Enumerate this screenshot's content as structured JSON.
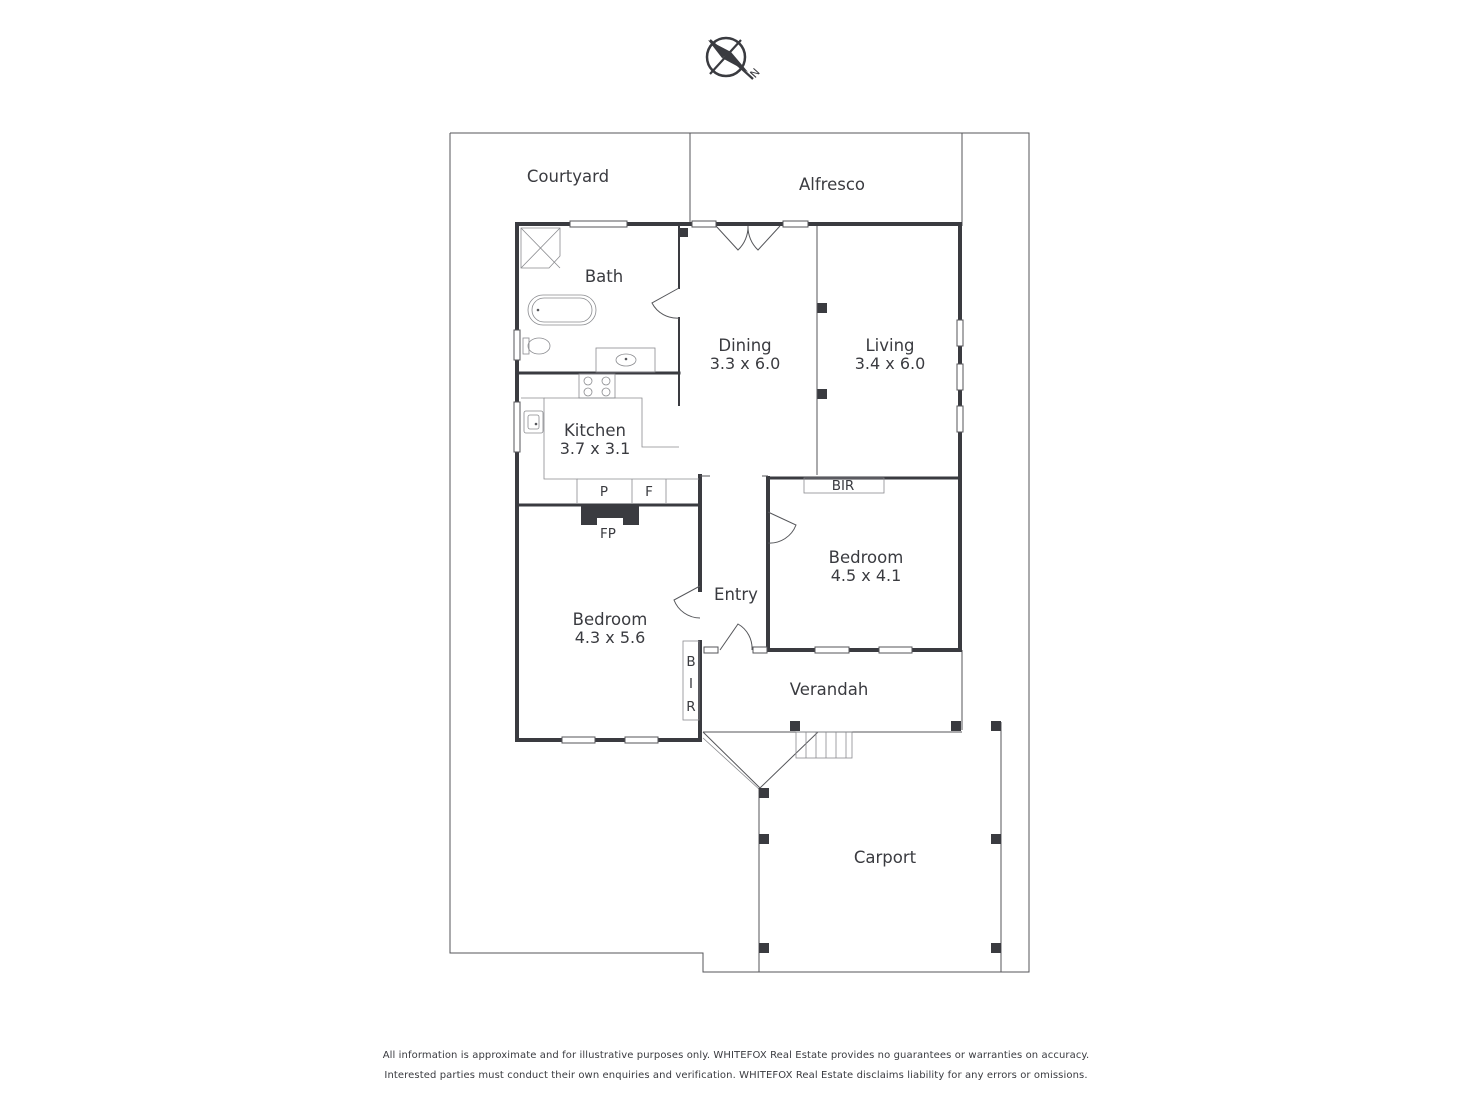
{
  "rooms": {
    "courtyard": {
      "name": "Courtyard"
    },
    "alfresco": {
      "name": "Alfresco"
    },
    "bath": {
      "name": "Bath"
    },
    "dining": {
      "name": "Dining",
      "size": "3.3 x 6.0"
    },
    "living": {
      "name": "Living",
      "size": "3.4 x 6.0"
    },
    "kitchen": {
      "name": "Kitchen",
      "size": "3.7 x 3.1"
    },
    "bedroom_east": {
      "name": "Bedroom",
      "size": "4.5 x 4.1"
    },
    "bedroom_west": {
      "name": "Bedroom",
      "size": "4.3 x 5.6"
    },
    "entry": {
      "name": "Entry"
    },
    "verandah": {
      "name": "Verandah"
    },
    "carport": {
      "name": "Carport"
    }
  },
  "fixtures": {
    "pantry": "P",
    "fridge": "F",
    "fireplace": "FP",
    "bir_east": "BIR",
    "bir_west": [
      "B",
      "I",
      "R"
    ]
  },
  "compass": {
    "icon": "north-arrow-icon",
    "label": "N"
  },
  "footer": {
    "line1": "All information is approximate and for illustrative purposes only. WHITEFOX Real Estate provides no guarantees or warranties on accuracy.",
    "line2": "Interested parties must conduct their own enquiries and verification. WHITEFOX Real Estate disclaims liability for any errors or omissions."
  },
  "colors": {
    "wall": "#3a3b40",
    "text": "#3a3b40",
    "background": "#ffffff"
  }
}
